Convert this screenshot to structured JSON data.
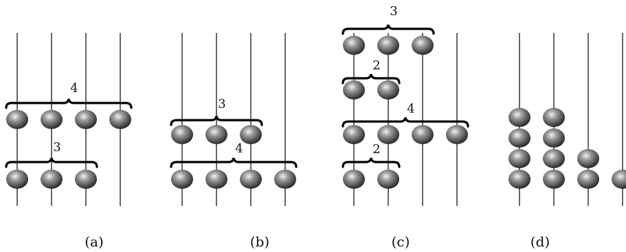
{
  "panels": [
    {
      "caption": "(a)",
      "rod_count": 4,
      "bead_rows": [
        1,
        2
      ],
      "beads": [
        [
          1,
          2,
          3,
          4
        ],
        [
          1,
          2,
          3
        ]
      ],
      "braces": [
        {
          "row": 1,
          "span": 4,
          "label": "4"
        },
        {
          "row": 2,
          "span": 3,
          "label": "3"
        }
      ]
    },
    {
      "caption": "(b)",
      "rod_count": 4,
      "bead_rows": [
        1,
        2
      ],
      "beads": [
        [
          1,
          2,
          3
        ],
        [
          1,
          2,
          3,
          4
        ]
      ],
      "braces": [
        {
          "row": 1,
          "span": 3,
          "label": "3"
        },
        {
          "row": 2,
          "span": 4,
          "label": "4"
        }
      ]
    },
    {
      "caption": "(c)",
      "rod_count": 4,
      "bead_rows": [
        1,
        2,
        3,
        4
      ],
      "beads": [
        [
          1,
          2,
          3
        ],
        [
          1,
          2
        ],
        [
          1,
          2,
          3,
          4
        ],
        [
          1,
          2
        ]
      ],
      "braces": [
        {
          "row": 1,
          "span": 3,
          "label": "3"
        },
        {
          "row": 2,
          "span": 2,
          "label": "2"
        },
        {
          "row": 3,
          "span": 4,
          "label": "4"
        },
        {
          "row": 4,
          "span": 2,
          "label": "2"
        }
      ]
    },
    {
      "caption": "(d)",
      "rod_count": 4,
      "bead_columns": [
        4,
        4,
        2,
        1
      ],
      "braces": []
    }
  ],
  "colors": {
    "rod": "#000000",
    "bead_dark": "#2a2a2a",
    "bead_light": "#e0e0e0",
    "brace": "#000000"
  }
}
